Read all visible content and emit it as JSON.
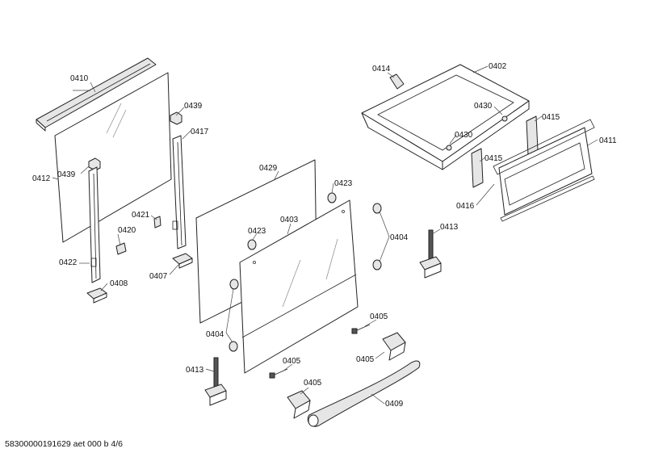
{
  "footer": {
    "doc_id": "58300000191629 aet 000 b 4/6"
  },
  "callouts": {
    "c0410": "0410",
    "c0412": "0412",
    "c0439a": "0439",
    "c0439b": "0439",
    "c0417": "0417",
    "c0421": "0421",
    "c0420": "0420",
    "c0422": "0422",
    "c0408": "0408",
    "c0407": "0407",
    "c0429": "0429",
    "c0423a": "0423",
    "c0423b": "0423",
    "c0403": "0403",
    "c0404a": "0404",
    "c0404b": "0404",
    "c0413a": "0413",
    "c0413b": "0413",
    "c0405a": "0405",
    "c0405b": "0405",
    "c0405c": "0405",
    "c0405d": "0405",
    "c0409": "0409",
    "c0414": "0414",
    "c0402": "0402",
    "c0430a": "0430",
    "c0430b": "0430",
    "c0415a": "0415",
    "c0415b": "0415",
    "c0411": "0411",
    "c0416": "0416"
  }
}
